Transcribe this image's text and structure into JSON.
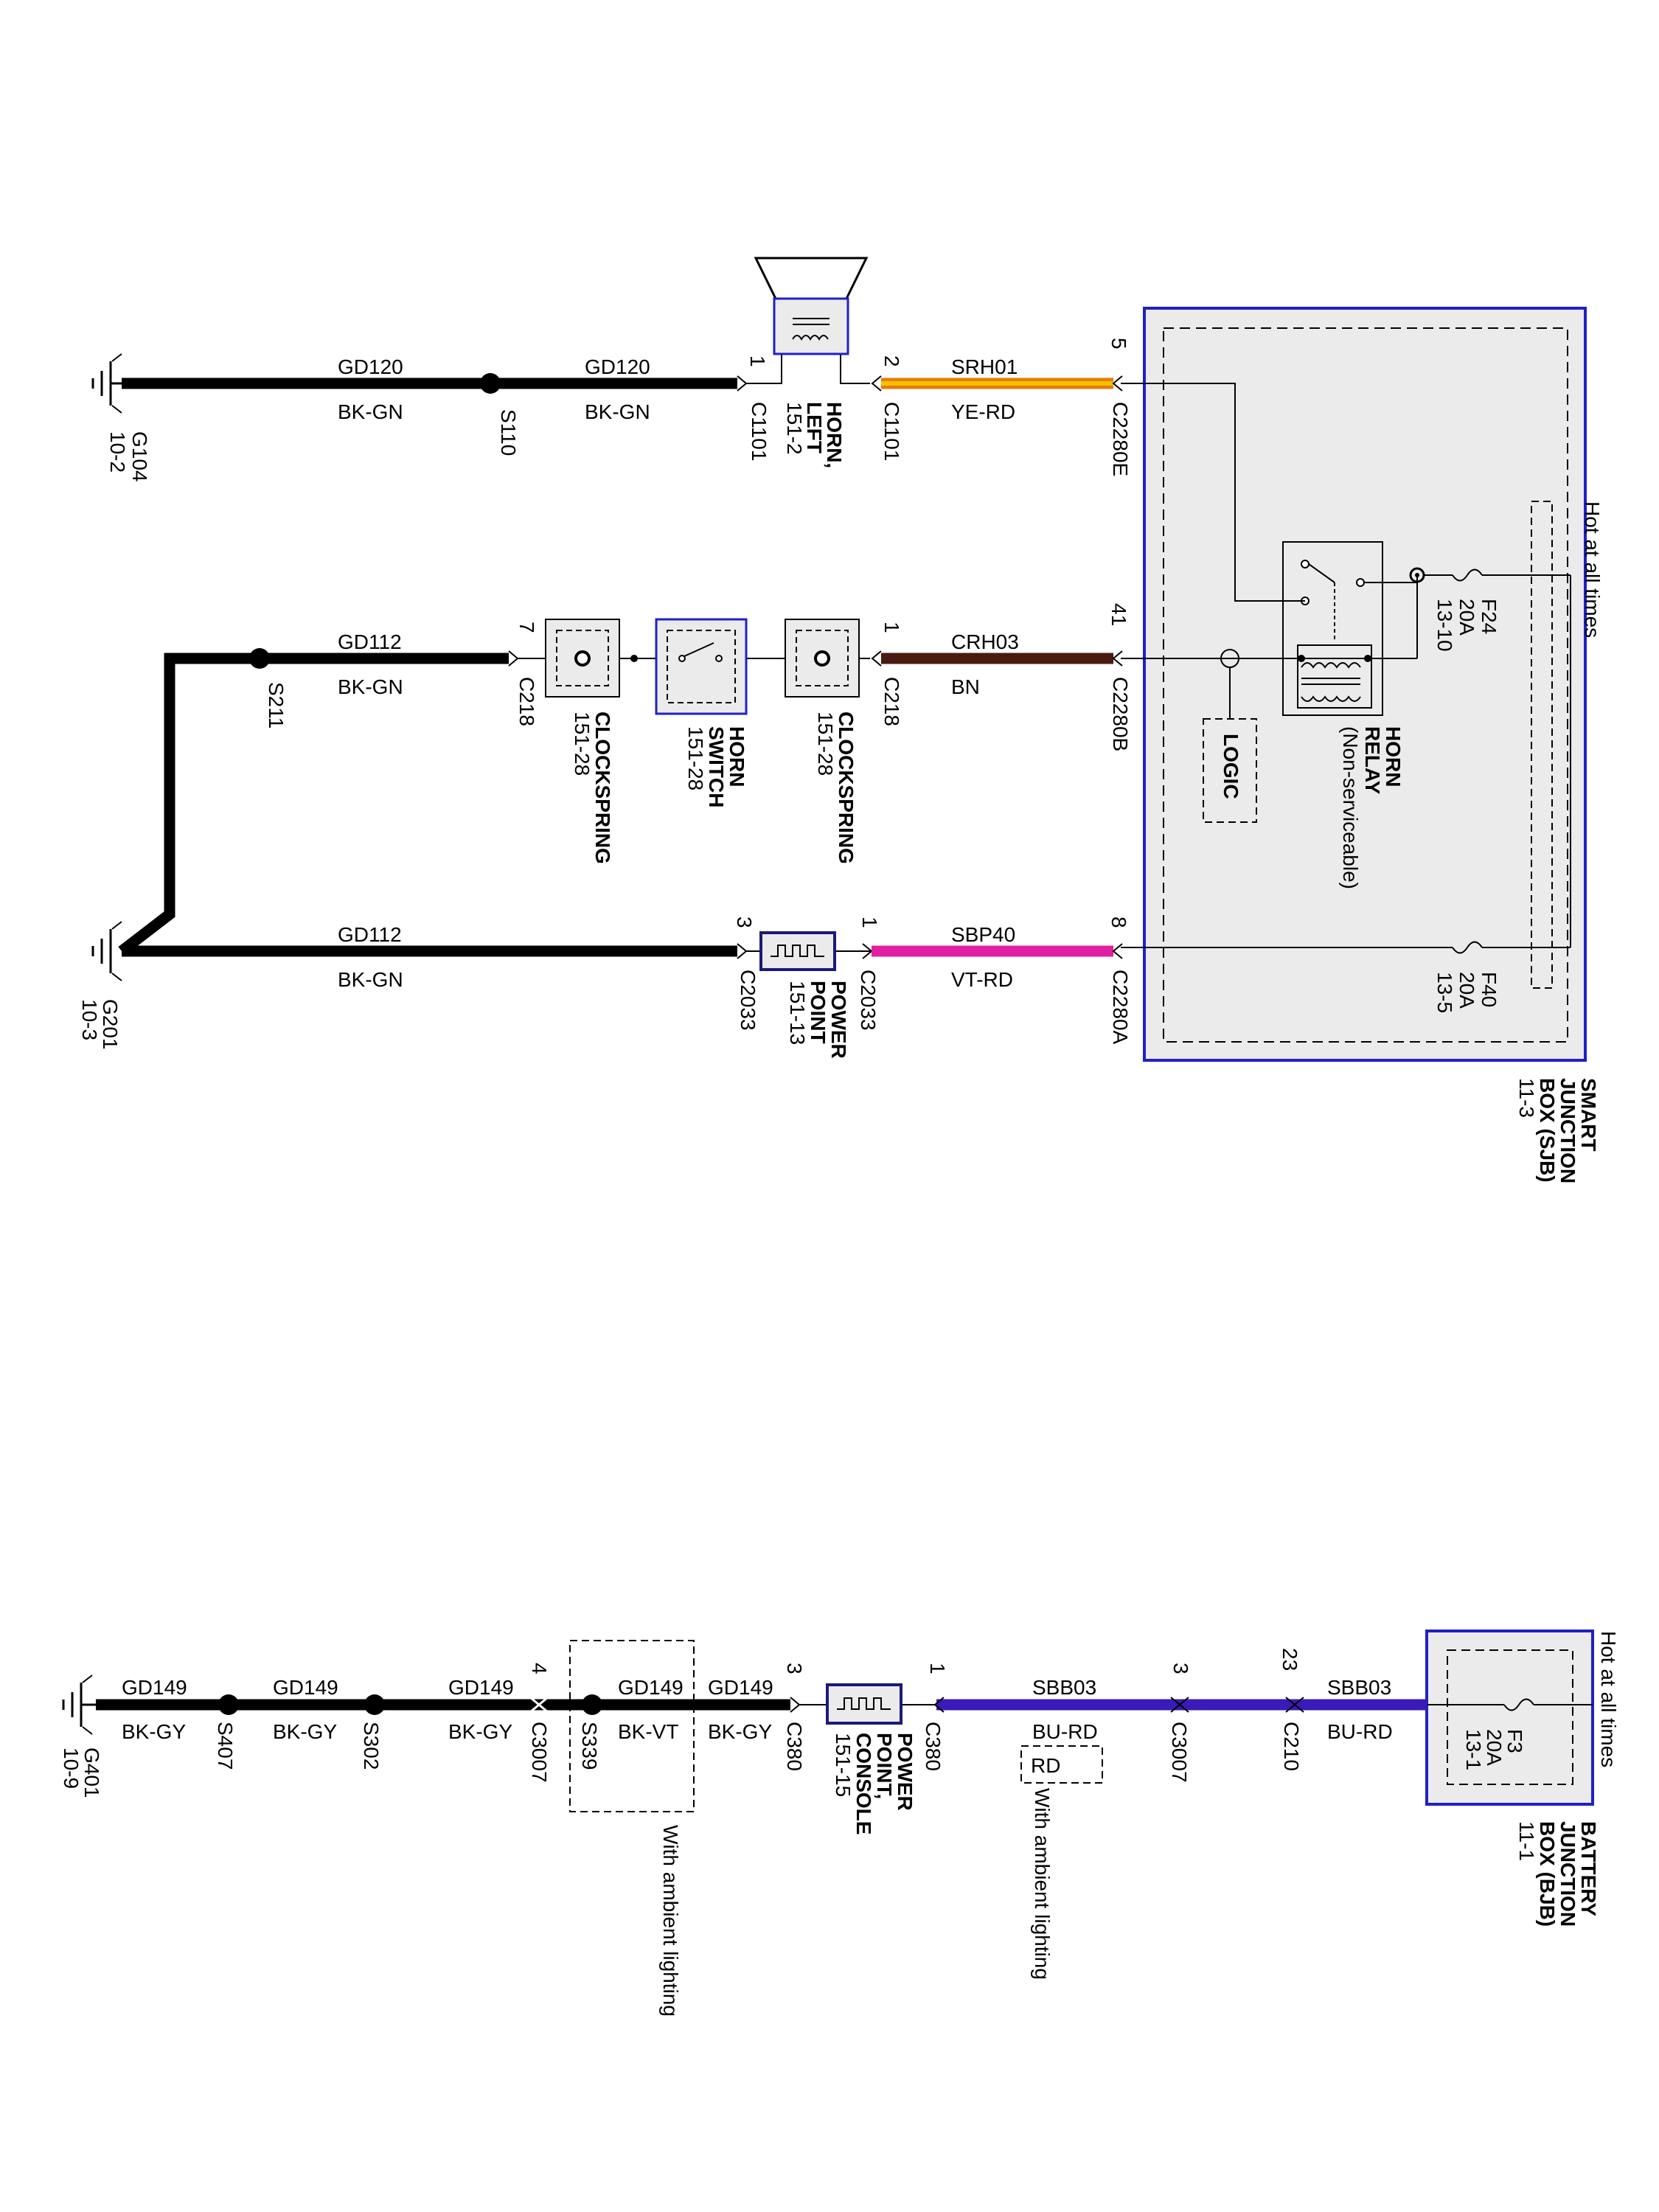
{
  "hot_note": "Hot at all times",
  "colors": {
    "sjb_border": "#2020c8",
    "box_fill": "#ebebeb",
    "wire_yellow": "#f2c200",
    "wire_orange": "#e87a00",
    "wire_brown": "#4a1a10",
    "wire_violet": "#e0208a",
    "wire_blue": "#3a1ab8"
  },
  "circuits": {
    "gd120": "GD120",
    "bk_gn": "BK-GN",
    "srh01": "SRH01",
    "ye_rd": "YE-RD",
    "gd112": "GD112",
    "crh03": "CRH03",
    "bn": "BN",
    "sbp40": "SBP40",
    "vt_rd": "VT-RD",
    "gd149": "GD149",
    "bk_gy": "BK-GY",
    "bk_vt": "BK-VT",
    "sbb03": "SBB03",
    "bu_rd": "BU-RD",
    "rd": "RD"
  },
  "grounds": {
    "g104": "G104",
    "g104_ref": "10-2",
    "g201": "G201",
    "g201_ref": "10-3",
    "g401": "G401",
    "g401_ref": "10-9"
  },
  "splices": {
    "s110": "S110",
    "s211": "S211",
    "s407": "S407",
    "s302": "S302",
    "s339": "S339"
  },
  "connectors": {
    "c1101": "C1101",
    "c2280e": "C2280E",
    "c218": "C218",
    "c2280b": "C2280B",
    "c2033": "C2033",
    "c2280a": "C2280A",
    "c3007": "C3007",
    "c380": "C380",
    "c210": "C210"
  },
  "pins": {
    "p1": "1",
    "p2": "2",
    "p3": "3",
    "p4": "4",
    "p5": "5",
    "p7": "7",
    "p8": "8",
    "p23": "23",
    "p41": "41"
  },
  "components": {
    "horn_left": [
      "HORN,",
      "LEFT",
      "151-2"
    ],
    "clockspring_left": [
      "CLOCKSPRING",
      "151-28"
    ],
    "horn_switch": [
      "HORN",
      "SWITCH",
      "151-28"
    ],
    "clockspring_right": [
      "CLOCKSPRING",
      "151-28"
    ],
    "power_point": [
      "POWER",
      "POINT",
      "151-13"
    ],
    "power_point_console": [
      "POWER",
      "POINT,",
      "CONSOLE",
      "151-15"
    ],
    "horn_relay": [
      "HORN",
      "RELAY",
      "(Non-serviceable)"
    ],
    "logic": "LOGIC",
    "sjb": [
      "SMART",
      "JUNCTION",
      "BOX (SJB)",
      "11-3"
    ],
    "bjb": [
      "BATTERY",
      "JUNCTION",
      "BOX (BJB)",
      "11-1"
    ]
  },
  "fuses": {
    "f24": [
      "F24",
      "20A",
      "13-10"
    ],
    "f40": [
      "F40",
      "20A",
      "13-5"
    ],
    "f3": [
      "F3",
      "20A",
      "13-1"
    ]
  },
  "notes": {
    "ambient": "With ambient lighting"
  }
}
